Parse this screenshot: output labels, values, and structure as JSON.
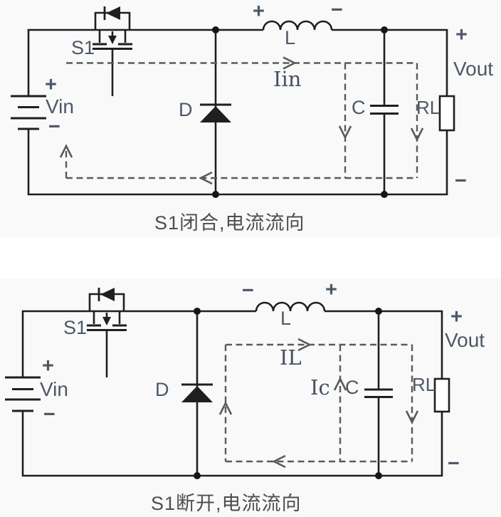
{
  "colors": {
    "wire": "#1f1f1f",
    "dashed_path": "#5a5a5a",
    "label": "#4d5866",
    "caption": "#4e4e4e",
    "figure_background": "#f9f9f9"
  },
  "figures": [
    {
      "id": "s1-closed",
      "caption": "S1闭合,电流流向",
      "labels": {
        "switch": "S1",
        "source": "Vin",
        "source_plus": "+",
        "source_minus": "−",
        "diode": "D",
        "inductor": "L",
        "inductor_plus": "+",
        "inductor_minus": "−",
        "input_current": "Iin",
        "capacitor": "C",
        "load": "RL",
        "output": "Vout",
        "output_plus": "+",
        "output_minus": "−"
      }
    },
    {
      "id": "s1-open",
      "caption": "S1断开,电流流向",
      "labels": {
        "switch": "S1",
        "source": "Vin",
        "source_plus": "+",
        "source_minus": "−",
        "diode": "D",
        "inductor": "L",
        "inductor_plus": "+",
        "inductor_minus": "−",
        "inductor_current": "IL",
        "capacitor_current": "Ic",
        "capacitor": "C",
        "load": "RL",
        "output": "Vout",
        "output_plus": "+",
        "output_minus": "−"
      }
    }
  ]
}
